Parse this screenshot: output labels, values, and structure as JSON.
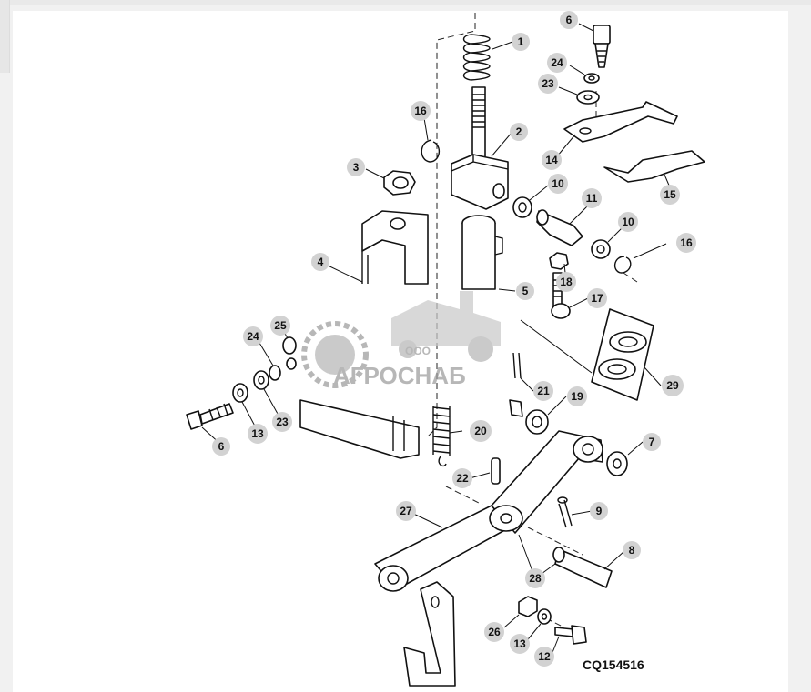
{
  "drawing_code": "CQ154516",
  "watermark": {
    "brand": "АГРОСНАБ",
    "prefix": "ООО"
  },
  "callouts": [
    {
      "id": "c1",
      "label": "1"
    },
    {
      "id": "c2",
      "label": "2"
    },
    {
      "id": "c3",
      "label": "3"
    },
    {
      "id": "c4",
      "label": "4"
    },
    {
      "id": "c5",
      "label": "5"
    },
    {
      "id": "c6a",
      "label": "6"
    },
    {
      "id": "c6b",
      "label": "6"
    },
    {
      "id": "c7",
      "label": "7"
    },
    {
      "id": "c8",
      "label": "8"
    },
    {
      "id": "c9",
      "label": "9"
    },
    {
      "id": "c10a",
      "label": "10"
    },
    {
      "id": "c10b",
      "label": "10"
    },
    {
      "id": "c11",
      "label": "11"
    },
    {
      "id": "c12",
      "label": "12"
    },
    {
      "id": "c13a",
      "label": "13"
    },
    {
      "id": "c13b",
      "label": "13"
    },
    {
      "id": "c14",
      "label": "14"
    },
    {
      "id": "c15",
      "label": "15"
    },
    {
      "id": "c16a",
      "label": "16"
    },
    {
      "id": "c16b",
      "label": "16"
    },
    {
      "id": "c17",
      "label": "17"
    },
    {
      "id": "c18",
      "label": "18"
    },
    {
      "id": "c19",
      "label": "19"
    },
    {
      "id": "c20",
      "label": "20"
    },
    {
      "id": "c21",
      "label": "21"
    },
    {
      "id": "c22",
      "label": "22"
    },
    {
      "id": "c23a",
      "label": "23"
    },
    {
      "id": "c23b",
      "label": "23"
    },
    {
      "id": "c24a",
      "label": "24"
    },
    {
      "id": "c24b",
      "label": "24"
    },
    {
      "id": "c25",
      "label": "25"
    },
    {
      "id": "c26",
      "label": "26"
    },
    {
      "id": "c27",
      "label": "27"
    },
    {
      "id": "c28",
      "label": "28"
    },
    {
      "id": "c29",
      "label": "29"
    }
  ]
}
